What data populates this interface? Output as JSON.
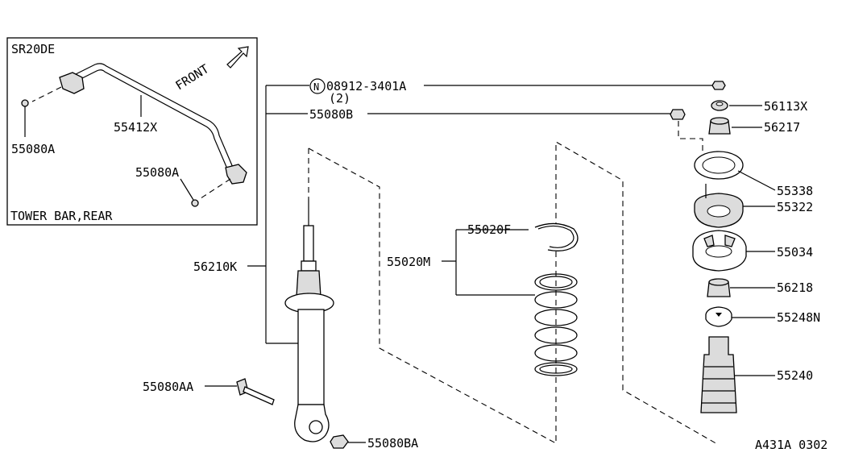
{
  "inset": {
    "engine": "SR20DE",
    "title": "TOWER BAR,REAR",
    "front_label": "FRONT",
    "parts": [
      "55080A",
      "55412X",
      "55080A"
    ]
  },
  "callouts": {
    "bolt_code": "08912-3401A",
    "bolt_qty": "(2)",
    "p55080B": "55080B",
    "p56113X": "56113X",
    "p56217": "56217",
    "p55338": "55338",
    "p55322": "55322",
    "p55034": "55034",
    "p56218": "56218",
    "p55248N": "55248N",
    "p55240": "55240",
    "p56210K": "56210K",
    "p55020F": "55020F",
    "p55020M": "55020M",
    "p55080AA": "55080AA",
    "p55080BA": "55080BA",
    "n_symbol": "N"
  },
  "diagram_code": "A431A 0302"
}
